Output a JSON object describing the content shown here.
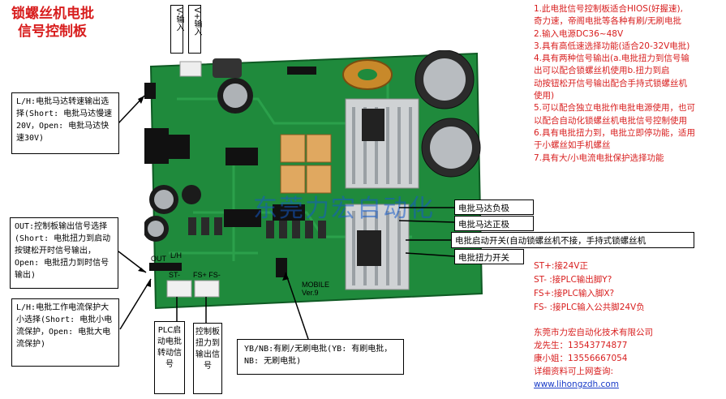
{
  "title": {
    "line1": "锁螺丝机电批",
    "line2": "信号控制板"
  },
  "top_inputs": {
    "v_minus": "V-输入",
    "v_plus": "V+输入"
  },
  "features": [
    "1.此电批信号控制板适合HIOS(好握速),",
    "奇力速，帝阁电批等各种有刷/无刷电批",
    "2.输入电源DC36~48V",
    "3.具有高低速选择功能(适合20-32V电批)",
    "4.具有两种信号输出(a.电批扭力到信号输",
    "出可以配合锁螺丝机使用b.扭力到启",
    "动按钮松开信号输出配合手持式锁螺丝机",
    "使用)",
    "5.可以配合独立电批作电批电源使用，也可",
    "以配合自动化锁螺丝机电批信号控制使用",
    "6.具有电批扭力到，电批立即停功能，适用",
    "于小螺丝如手机螺丝",
    "7.具有大/小电流电批保护选择功能"
  ],
  "left_boxes": {
    "lh_speed": "L/H:电批马达转速输出选择(Short: 电批马达慢速20V，Open: 电批马达快速30V)",
    "out_select": "OUT:控制板输出信号选择(Short: 电批扭力到启动按键松开时信号输出，Open: 电批扭力到时信号输出)",
    "lh_current": "L/H:电批工作电流保护大小选择(Short: 电批小电流保护，Open: 电批大电流保护)"
  },
  "bottom_boxes": {
    "plc_start": "PLC启动电批转动信号",
    "torque_out": "控制板扭力到输出信号",
    "yb_nb": "YB/NB:有刷/无刷电批(YB: 有刷电批，NB: 无刷电批)"
  },
  "right_labels": {
    "motor_neg": "电批马达负极",
    "motor_pos": "电批马达正极",
    "start_switch": "电批启动开关(自动锁螺丝机不接，手持式锁螺丝机",
    "torque_switch": "电批扭力开关"
  },
  "signals": [
    "ST+:接24V正",
    "ST- :接PLC输出脚Y?",
    "FS+:接PLC输入脚X?",
    "FS- :接PLC输入公共脚24V负"
  ],
  "company": {
    "name": "东莞市力宏自动化技术有限公司",
    "contact1": "龙先生：13543774877",
    "contact2": "康小姐：13556667054",
    "more": "详细资料可上网查询:",
    "url": "www.lihongzdh.com"
  },
  "watermark": "东莞力宏自动化",
  "pcb_labels": {
    "out": "OUT",
    "lh": "L/H",
    "st": "ST-",
    "fs": "FS+ FS-",
    "mobile": "MOBILE",
    "ver": "Ver.9"
  },
  "colors": {
    "accent": "#d81e1e",
    "pcb": "#1f8a3c",
    "link": "#1a3cc8"
  }
}
